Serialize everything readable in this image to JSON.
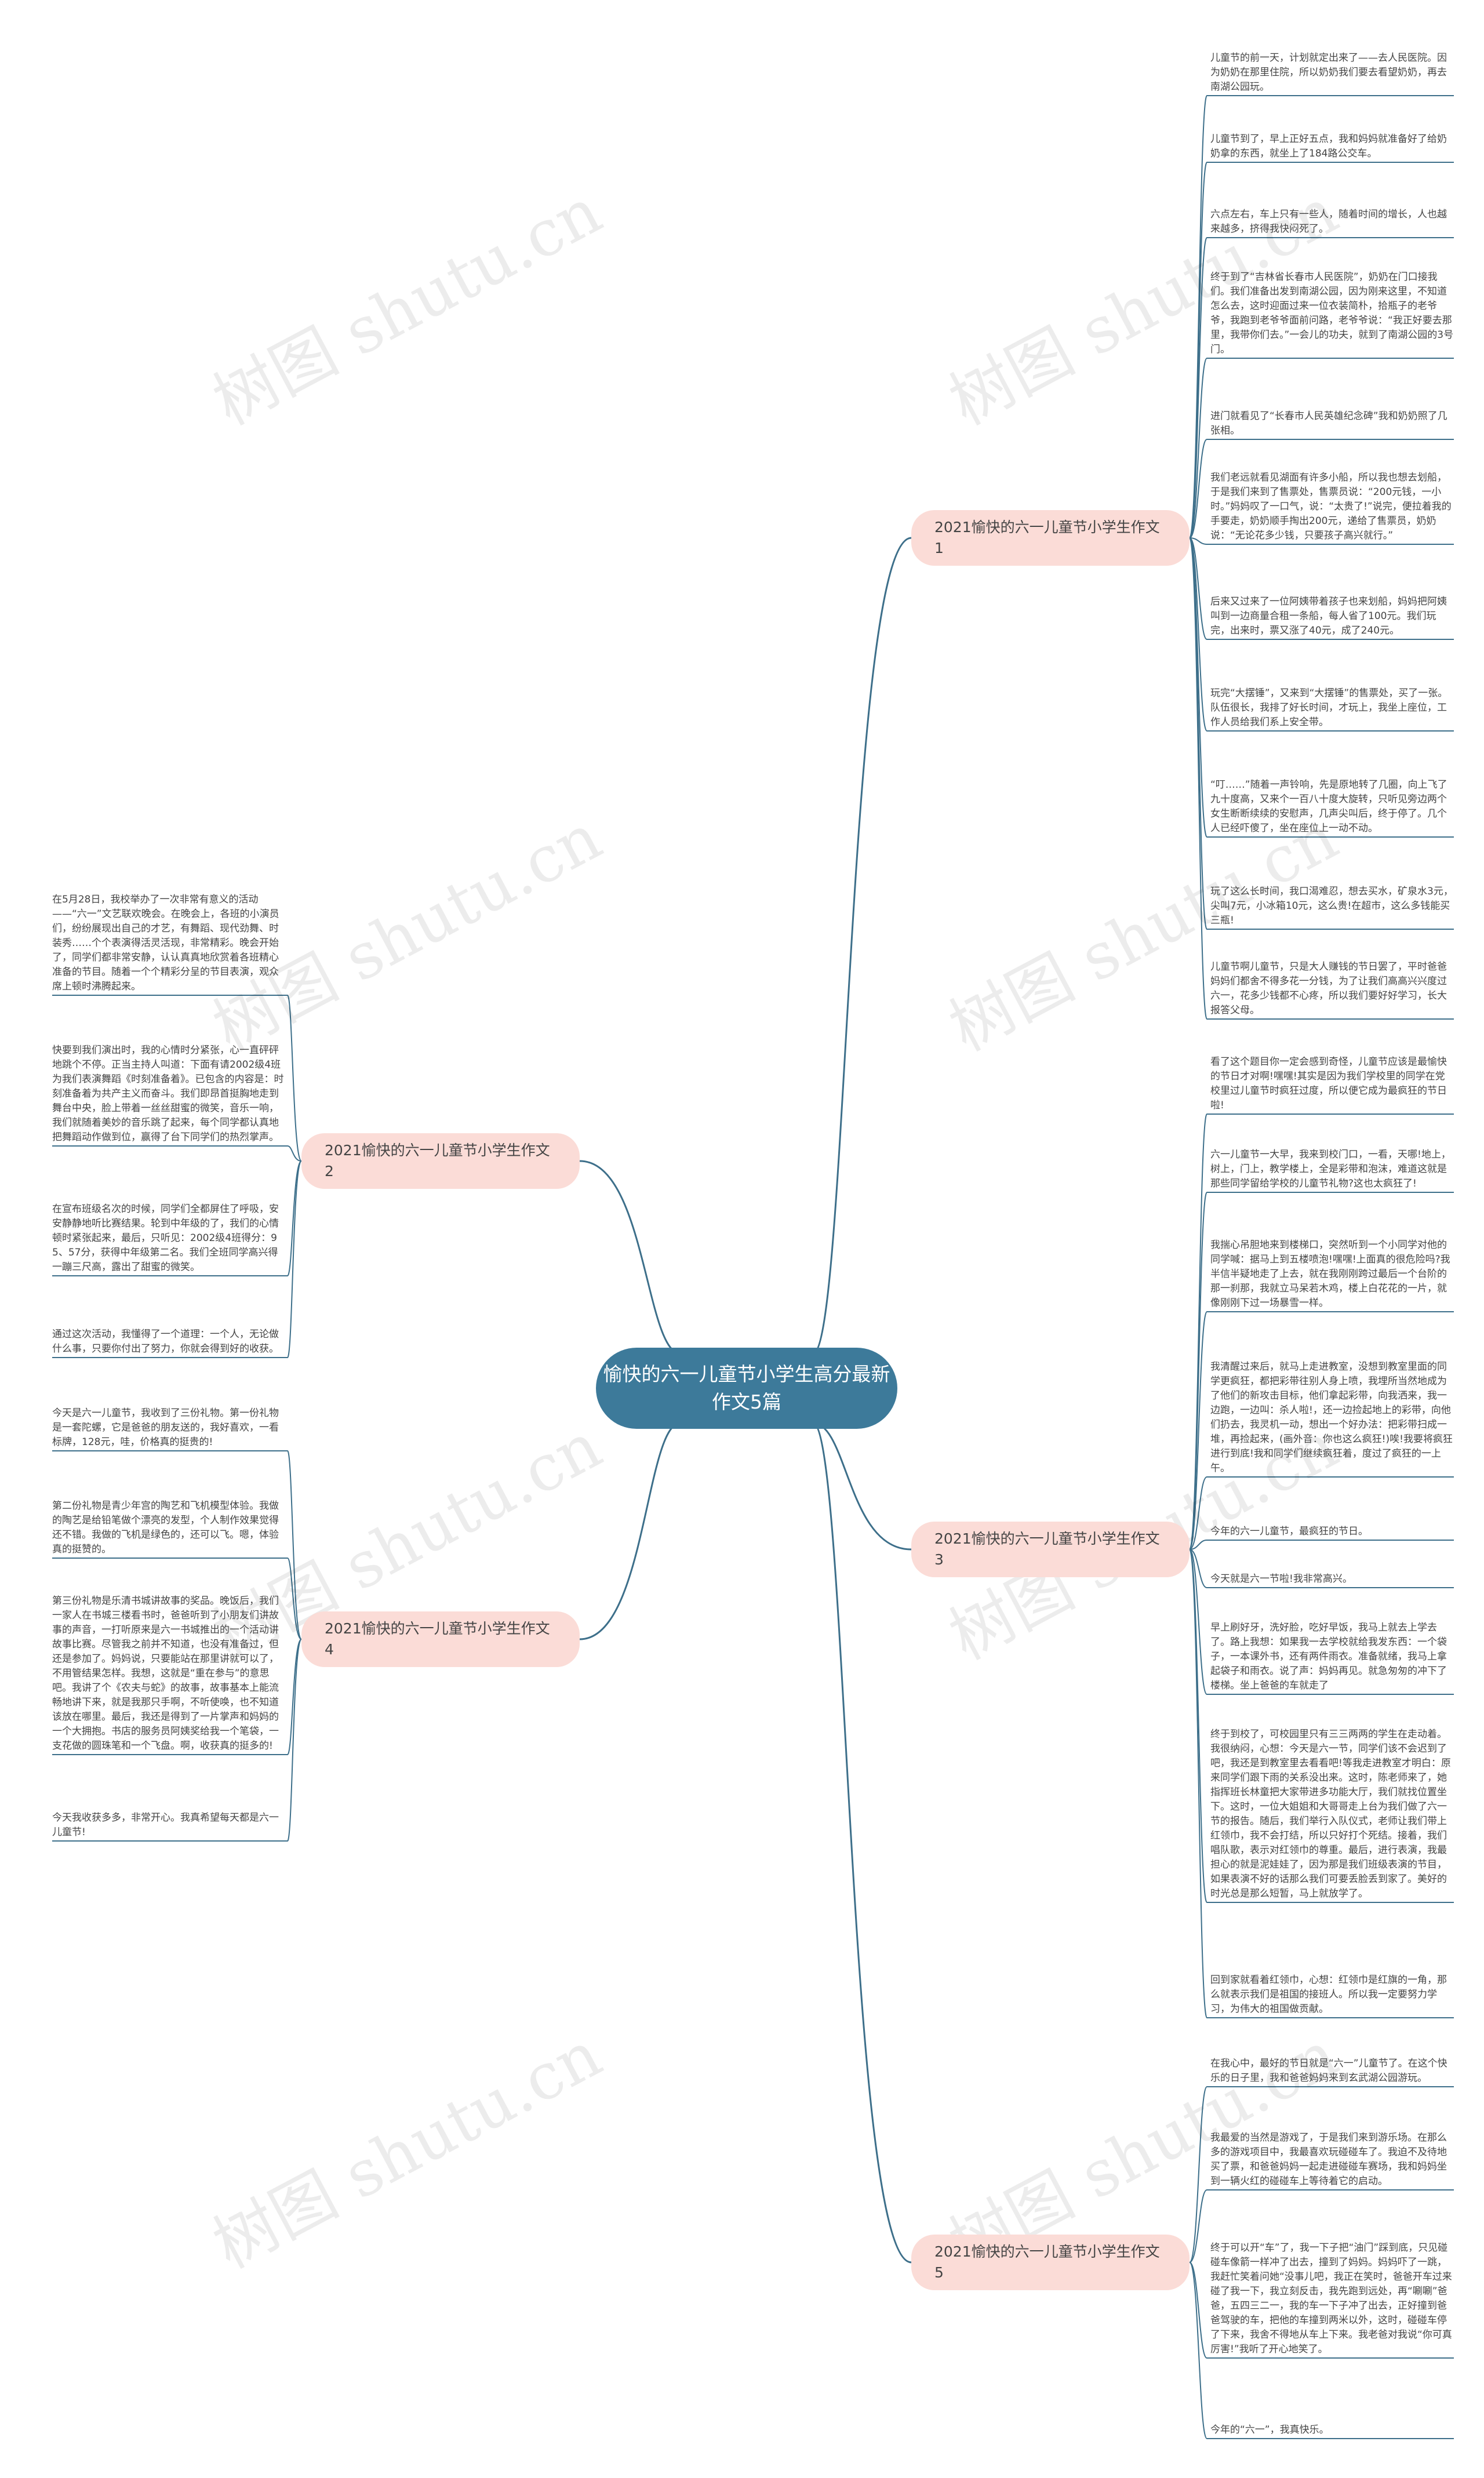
{
  "central": "愉快的六一儿童节小学生高分最新作文5篇",
  "watermark": "树图 shutu.cn",
  "colors": {
    "central": "#3d7a9a",
    "branch": "#fbdcd7",
    "line": "#3d6f8a"
  },
  "branches": [
    {
      "label": "2021愉快的六一儿童节小学生作文1",
      "side": "right",
      "leaves": [
        "儿童节的前一天，计划就定出来了——去人民医院。因为奶奶在那里住院，所以奶奶我们要去看望奶奶，再去南湖公园玩。",
        "儿童节到了，早上正好五点，我和妈妈就准备好了给奶奶拿的东西，就坐上了184路公交车。",
        "六点左右，车上只有一些人，随着时间的增长，人也越来越多，挤得我快闷死了。",
        "终于到了“吉林省长春市人民医院”，奶奶在门口接我们。我们准备出发到南湖公园，因为刚来这里，不知道怎么去，这时迎面过来一位衣装简朴，拾瓶子的老爷爷，我跑到老爷爷面前问路，老爷爷说：“我正好要去那里，我带你们去。”一会儿的功夫，就到了南湖公园的3号门。",
        "进门就看见了“长春市人民英雄纪念碑”我和奶奶照了几张相。",
        "我们老远就看见湖面有许多小船，所以我也想去划船，于是我们来到了售票处，售票员说：“200元钱，一小时。”妈妈叹了一口气，说：“太贵了!”说完，便拉着我的手要走，奶奶顺手掏出200元，递给了售票员，奶奶说：“无论花多少钱，只要孩子高兴就行。”",
        "后来又过来了一位阿姨带着孩子也来划船，妈妈把阿姨叫到一边商量合租一条船，每人省了100元。我们玩完，出来时，票又涨了40元，成了240元。",
        "玩完“大摆锤”，又来到“大摆锤”的售票处，买了一张。队伍很长，我排了好长时间，才玩上，我坐上座位，工作人员给我们系上安全带。",
        "“叮……”随着一声铃响，先是原地转了几圈，向上飞了九十度高，又来个一百八十度大旋转，只听见旁边两个女生断断续续的安慰声，几声尖叫后，终于停了。几个人已经吓傻了，坐在座位上一动不动。",
        "玩了这么长时间，我口渴难忍，想去买水，矿泉水3元，尖叫7元，小冰箱10元，这么贵!在超市，这么多钱能买三瓶!",
        "儿童节啊儿童节，只是大人赚钱的节日罢了，平时爸爸妈妈们都舍不得多花一分钱，为了让我们高高兴兴度过六一，花多少钱都不心疼，所以我们要好好学习，长大报答父母。"
      ]
    },
    {
      "label": "2021愉快的六一儿童节小学生作文2",
      "side": "left",
      "leaves": [
        "在5月28日，我校举办了一次非常有意义的活动——“六一”文艺联欢晚会。在晚会上，各班的小演员们，纷纷展现出自己的才艺，有舞蹈、现代劲舞、时装秀……个个表演得活灵活现，非常精彩。晚会开始了，同学们都非常安静，认认真真地欣赏着各班精心准备的节目。随着一个个精彩分呈的节目表演，观众席上顿时沸腾起来。",
        "快要到我们演出时，我的心情时分紧张，心一直砰砰地跳个不停。正当主持人叫道：下面有请2002级4班为我们表演舞蹈《时刻准备着》。已包含的内容是：时刻准备着为共产主义而奋斗。我们即昂首挺胸地走到舞台中央，脸上带着一丝丝甜蜜的微笑，音乐一响，我们就随着美妙的音乐跳了起来，每个同学都认真地把舞蹈动作做到位，赢得了台下同学们的热烈掌声。",
        "在宣布班级名次的时候，同学们全都屏住了呼吸，安安静静地听比赛结果。轮到中年级的了，我们的心情顿时紧张起来，最后，只听见：2002级4班得分：95、57分，获得中年级第二名。我们全班同学高兴得一蹦三尺高，露出了甜蜜的微笑。",
        "通过这次活动，我懂得了一个道理：一个人，无论做什么事，只要你付出了努力，你就会得到好的收获。"
      ]
    },
    {
      "label": "2021愉快的六一儿童节小学生作文3",
      "side": "right",
      "leaves": [
        "看了这个题目你一定会感到奇怪，儿童节应该是最愉快的节日才对啊!嘿嘿!其实是因为我们学校里的同学在党校里过儿童节时疯狂过度，所以便它成为最疯狂的节日啦!",
        "六一儿童节一大早，我来到校门口，一看，天哪!地上，树上，门上，教学楼上，全是彩带和泡沫，难道这就是那些同学留给学校的儿童节礼物?这也太疯狂了!",
        "我揣心吊胆地来到楼梯口，突然听到一个小同学对他的同学喊：据马上到五楼喷泡!嘿嘿!上面真的很危险吗?我半信半疑地走了上去，就在我刚刚跨过最后一个台阶的那一刹那，我就立马呆若木鸡，楼上白花花的一片，就像刚刚下过一场暴雪一样。",
        "我清醒过来后，就马上走进教室，没想到教室里面的同学更疯狂，都把彩带往别人身上喷，我埋所当然地成为了他们的新攻击目标，他们拿起彩带，向我洒来，我一边跑，一边叫：杀人啦!，还一边捡起地上的彩带，向他们扔去，我灵机一动，想出一个好办法：把彩带扫成一堆，再捡起来，(画外音：你也这么疯狂!)唉!我要将疯狂进行到底!我和同学们继续疯狂着，度过了疯狂的一上午。",
        "今年的六一儿童节，最疯狂的节日。",
        "今天就是六一节啦!我非常高兴。",
        "早上刷好牙，洗好脸，吃好早饭，我马上就去上学去了。路上我想：如果我一去学校就给我发东西：一个袋子，一本课外书，还有两件雨衣。准备就绪，我马上拿起袋子和雨衣。说了声：妈妈再见。就急匆匆的冲下了楼梯。坐上爸爸的车就走了",
        "终于到校了，可校园里只有三三两两的学生在走动着。我很纳闷，心想：今天是六一节，同学们该不会迟到了吧，我还是到教室里去看看吧!等我走进教室才明白：原来同学们跟下雨的关系没出来。这时，陈老师来了，她指挥班长林童把大家带进多功能大厅，我们就找位置坐下。这时，一位大姐姐和大哥哥走上台为我们做了六一节的报告。随后，我们举行入队仪式，老师让我们带上红领巾，我不会打结，所以只好打个死结。接着，我们唱队歌，表示对红领巾的尊重。最后，进行表演，我最担心的就是泥娃娃了，因为那是我们班级表演的节目，如果表演不好的话那么我们可要丢脸丢到家了。美好的时光总是那么短暂，马上就放学了。",
        "回到家就看着红领巾，心想：红领巾是红旗的一角，那么就表示我们是祖国的接班人。所以我一定要努力学习，为伟大的祖国做贡献。"
      ]
    },
    {
      "label": "2021愉快的六一儿童节小学生作文4",
      "side": "left",
      "leaves": [
        "今天是六一儿童节，我收到了三份礼物。第一份礼物是一套陀螺，它是爸爸的朋友送的，我好喜欢，一看标牌，128元，哇，价格真的挺贵的!",
        "第二份礼物是青少年宫的陶艺和飞机模型体验。我做的陶艺是给铅笔做个漂亮的发型，个人制作效果觉得还不错。我做的飞机是绿色的，还可以飞。嗯，体验真的挺赞的。",
        "第三份礼物是乐清书城讲故事的奖品。晚饭后，我们一家人在书城三楼看书时，爸爸听到了小朋友们讲故事的声音，一打听原来是六一书城推出的一个活动讲故事比赛。尽管我之前并不知道，也没有准备过，但还是参加了。妈妈说，只要能站在那里讲就可以了，不用管结果怎样。我想，这就是“重在参与”的意思吧。我讲了个《农夫与蛇》的故事，故事基本上能流畅地讲下来，就是我那只手啊，不听使唤，也不知道该放在哪里。最后，我还是得到了一片掌声和妈妈的一个大拥抱。书店的服务员阿姨奖给我一个笔袋，一支花做的圆珠笔和一个飞盘。啊，收获真的挺多的!",
        "今天我收获多多，非常开心。我真希望每天都是六一儿童节!"
      ]
    },
    {
      "label": "2021愉快的六一儿童节小学生作文5",
      "side": "right",
      "leaves": [
        "在我心中，最好的节日就是“六一”儿童节了。在这个快乐的日子里，我和爸爸妈妈来到玄武湖公园游玩。",
        "我最爱的当然是游戏了，于是我们来到游乐场。在那么多的游戏项目中，我最喜欢玩碰碰车了。我迫不及待地买了票，和爸爸妈妈一起走进碰碰车赛场，我和妈妈坐到一辆火红的碰碰车上等待着它的启动。",
        "终于可以开“车”了，我一下子把“油门”踩到底，只见碰碰车像箭一样冲了出去，撞到了妈妈。妈妈吓了一跳，我赶忙笑着问她“没事儿吧，我正在笑时，爸爸开车过来碰了我一下，我立刻反击，我先跑到远处，再“唰唰”爸爸，五四三二一，我的车一下子冲了出去，正好撞到爸爸驾驶的车，把他的车撞到两米以外，这时，碰碰车停了下来，我舍不得地从车上下来。我老爸对我说“你可真厉害!”我听了开心地笑了。",
        "今年的“六一”，我真快乐。"
      ]
    }
  ]
}
